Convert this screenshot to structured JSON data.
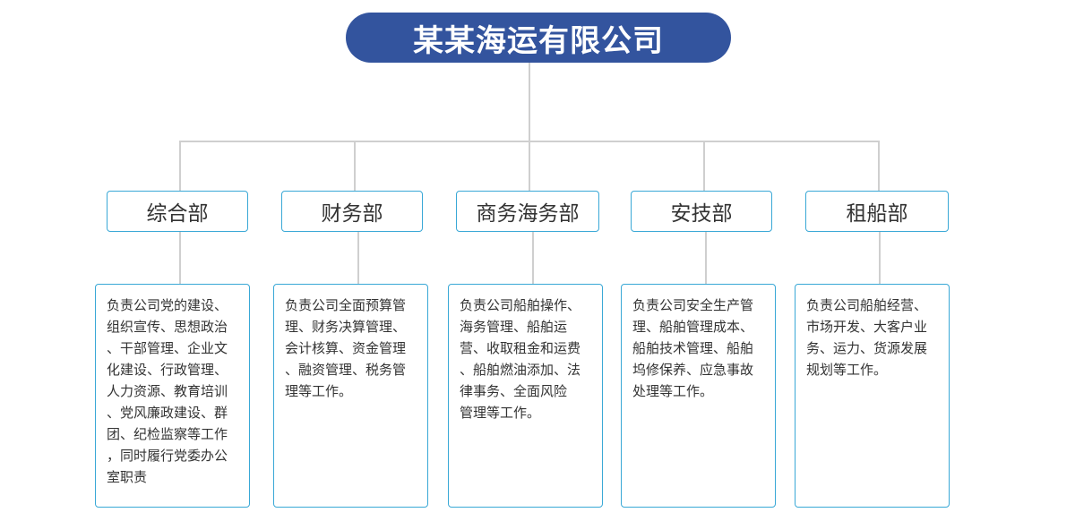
{
  "root": {
    "title": "某某海运有限公司"
  },
  "departments": [
    {
      "name": "综合部",
      "desc": [
        "负责公司党的建设、",
        "组织宣传、思想政治",
        "、干部管理、企业文",
        "化建设、行政管理、",
        "人力资源、教育培训",
        "、党风廉政建设、群",
        "团、纪检监察等工作",
        "，同时履行党委办公",
        "室职责"
      ]
    },
    {
      "name": "财务部",
      "desc": [
        "负责公司全面预算管",
        "理、财务决算管理、",
        "会计核算、资金管理",
        "、融资管理、税务管",
        "理等工作。"
      ]
    },
    {
      "name": "商务海务部",
      "desc": [
        "负责公司船舶操作、",
        "海务管理、船舶运",
        "营、收取租金和运费",
        "、船舶燃油添加、法",
        "律事务、全面风险",
        "管理等工作。"
      ]
    },
    {
      "name": "安技部",
      "desc": [
        "负责公司安全生产管",
        "理、船舶管理成本、",
        "船舶技术管理、船舶",
        "坞修保养、应急事故",
        "处理等工作。"
      ]
    },
    {
      "name": "租船部",
      "desc": [
        "负责公司船舶经营、",
        "市场开发、大客户业",
        "务、运力、货源发展",
        "规划等工作。"
      ]
    }
  ]
}
